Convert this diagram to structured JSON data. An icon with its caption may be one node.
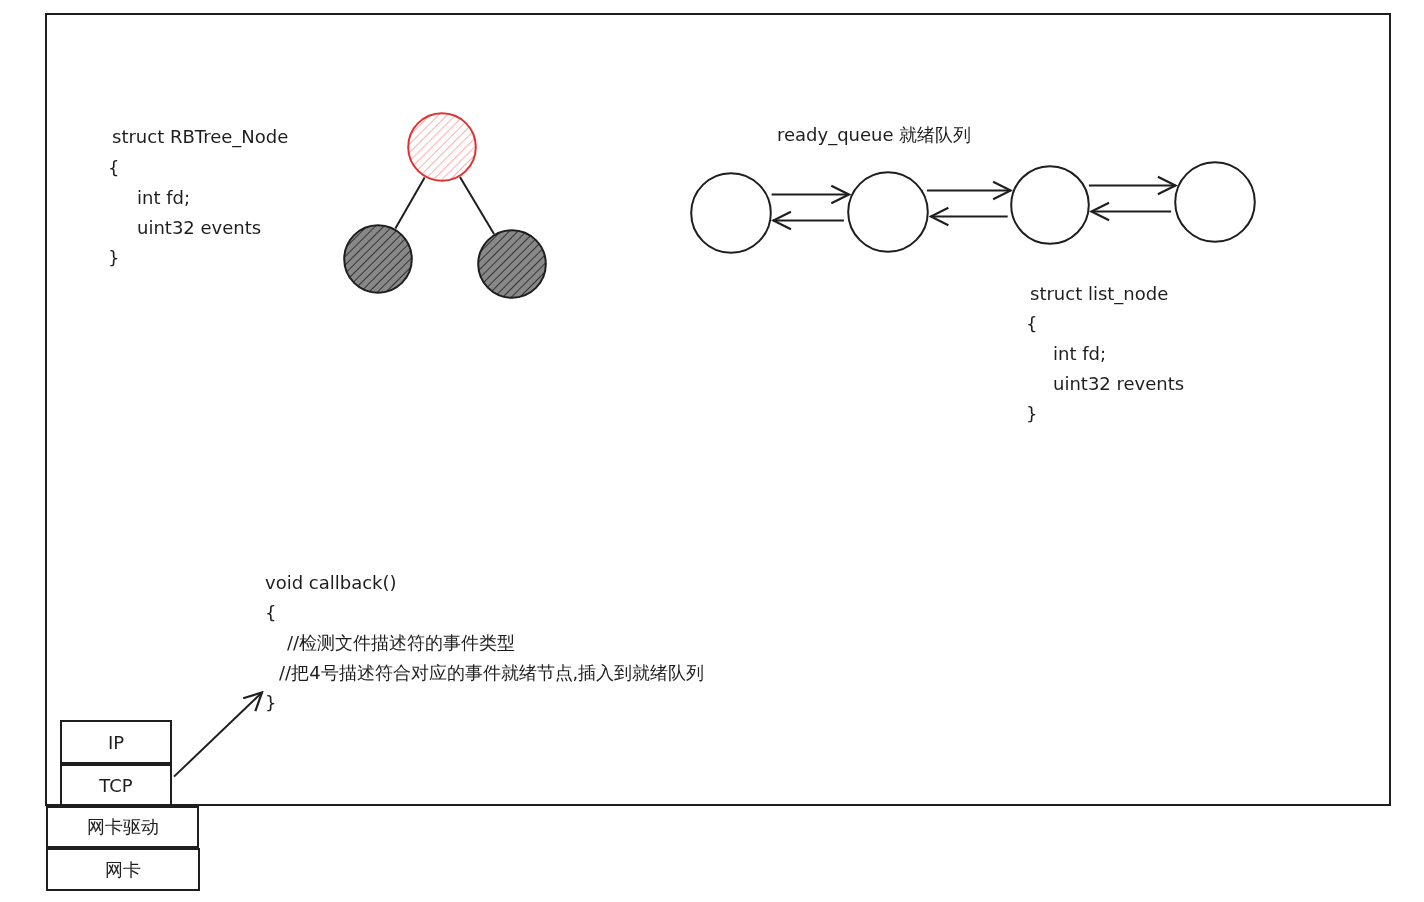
{
  "diagram": {
    "nodes": [
      {
        "text": [],
        "shape": "box"
      },
      {
        "text": [],
        "shape": "circle",
        "in": 0
      },
      {
        "text": [],
        "shape": "circle",
        "in": 0
      },
      {
        "text": [],
        "shape": "circle",
        "in": 0
      },
      {
        "text": [],
        "shape": "circle",
        "in": 0
      },
      {
        "text": [],
        "shape": "circle",
        "in": 0
      },
      {
        "text": [],
        "shape": "circle",
        "in": 0
      },
      {
        "text": [],
        "shape": "circle",
        "in": 0
      },
      {
        "text": [
          "IP"
        ],
        "in": 0
      },
      {
        "text": [
          "TCP"
        ],
        "in": 0
      },
      {
        "text": [
          "网卡驱动"
        ]
      },
      {
        "text": [
          "网卡"
        ]
      },
      {
        "text": [
          "void callback()",
          "{",
          "//检测文件描述符的事件类型",
          "//把4号描述符合对应的事件就绪节点,插入到就绪队列",
          "}"
        ],
        "in": 0
      }
    ],
    "edges": [
      {
        "from": 1,
        "to": 2,
        "arrow": "none"
      },
      {
        "from": 1,
        "to": 3,
        "arrow": "none"
      },
      {
        "from": 4,
        "to": 5,
        "arrow": "to"
      },
      {
        "from": 5,
        "to": 4,
        "arrow": "to"
      },
      {
        "from": 5,
        "to": 6,
        "arrow": "to"
      },
      {
        "from": 6,
        "to": 5,
        "arrow": "to"
      },
      {
        "from": 6,
        "to": 7,
        "arrow": "to"
      },
      {
        "from": 7,
        "to": 6,
        "arrow": "to"
      },
      {
        "from": 9,
        "to": 12,
        "arrow": "to"
      }
    ],
    "labels": [
      "struct RBTree_Node",
      "{",
      "int fd;",
      "uint32 events",
      "}",
      "ready_queue 就绪队列",
      "struct list_node",
      "{",
      "int fd;",
      "uint32 revents",
      "}"
    ]
  }
}
